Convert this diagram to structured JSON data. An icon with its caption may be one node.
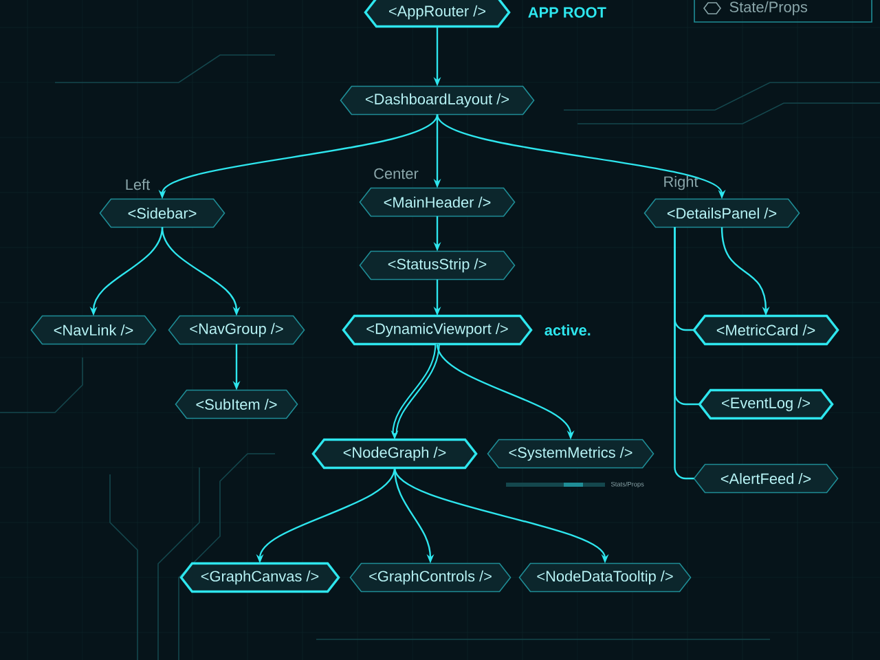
{
  "diagram": {
    "nodes": [
      {
        "text": [
          "<AppRouter />"
        ],
        "beside": [
          "APP ROOT"
        ]
      },
      {
        "text": [
          "<DashboardLayout />"
        ]
      },
      {
        "text": [
          "<Sidebar>"
        ],
        "beside": [
          "Left"
        ]
      },
      {
        "text": [
          "<MainHeader />"
        ],
        "beside": [
          "Center"
        ]
      },
      {
        "text": [
          "<DetailsPanel />"
        ],
        "beside": [
          "Right"
        ]
      },
      {
        "text": [
          "<StatusStrip />"
        ]
      },
      {
        "text": [
          "<NavLink />"
        ]
      },
      {
        "text": [
          "<NavGroup />"
        ]
      },
      {
        "text": [
          "<DynamicViewport />"
        ],
        "beside": [
          "active."
        ]
      },
      {
        "text": [
          "<MetricCard />"
        ]
      },
      {
        "text": [
          "<SubItem />"
        ]
      },
      {
        "text": [
          "<EventLog />"
        ]
      },
      {
        "text": [
          "<NodeGraph />"
        ]
      },
      {
        "text": [
          "<SystemMetrics />"
        ]
      },
      {
        "text": [
          "<AlertFeed />"
        ]
      },
      {
        "text": [
          "<GraphCanvas />"
        ]
      },
      {
        "text": [
          "<GraphControls />"
        ]
      },
      {
        "text": [
          "<NodeDataTooltip />"
        ]
      }
    ],
    "edges": [
      {
        "from": 0,
        "to": 1,
        "arrow": "to"
      },
      {
        "from": 1,
        "to": 2,
        "arrow": "to"
      },
      {
        "from": 1,
        "to": 3,
        "arrow": "to"
      },
      {
        "from": 1,
        "to": 4,
        "arrow": "to"
      },
      {
        "from": 2,
        "to": 6,
        "arrow": "to"
      },
      {
        "from": 2,
        "to": 7,
        "arrow": "to"
      },
      {
        "from": 7,
        "to": 10,
        "arrow": "to"
      },
      {
        "from": 3,
        "to": 5,
        "arrow": "to"
      },
      {
        "from": 5,
        "to": 8,
        "arrow": "to"
      },
      {
        "from": 4,
        "to": 9,
        "arrow": "to"
      },
      {
        "from": 4,
        "to": 9,
        "arrow": "none"
      },
      {
        "from": 4,
        "to": 11,
        "arrow": "none"
      },
      {
        "from": 4,
        "to": 14,
        "arrow": "none"
      },
      {
        "from": 8,
        "to": 12,
        "arrow": "to",
        "style": "thick"
      },
      {
        "from": 8,
        "to": 13,
        "arrow": "to"
      },
      {
        "from": 12,
        "to": 15,
        "arrow": "to"
      },
      {
        "from": 12,
        "to": 16,
        "arrow": "to"
      },
      {
        "from": 12,
        "to": 17,
        "arrow": "to"
      }
    ],
    "labels": [
      "Stats/Props"
    ],
    "legend": [
      {
        "text": "State/Props"
      }
    ]
  }
}
